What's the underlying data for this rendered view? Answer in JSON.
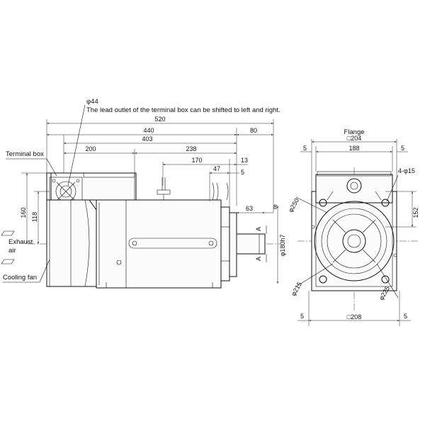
{
  "notes": {
    "phi44": "φ44",
    "lead_outlet": "The lead outlet of the terminal box can be shifted to left and right."
  },
  "labels": {
    "terminal_box": "Terminal box",
    "exhaust": "Exhaust",
    "air": "air",
    "cooling_fan": "Cooling fan",
    "flange": "Flange"
  },
  "side_dims": {
    "d520": "520",
    "d440": "440",
    "d80": "80",
    "d403": "403",
    "d200": "200",
    "d238": "238",
    "d170": "170",
    "d13": "13",
    "d47": "47",
    "d5": "5",
    "d63": "63",
    "d8": "8",
    "d160": "160",
    "d118": "118",
    "d180h7": "φ180h7",
    "sec_a1": "A",
    "sec_a2": "A"
  },
  "front_dims": {
    "sq204": "□204",
    "d188": "188",
    "d5_tl": "5",
    "d5_tr": "5",
    "holes": "4-φ15",
    "d250": "φ250",
    "d152": "152",
    "d215": "φ215",
    "d225": "φ225",
    "sq208": "□208",
    "d5_bl": "5",
    "d5_br": "5"
  }
}
